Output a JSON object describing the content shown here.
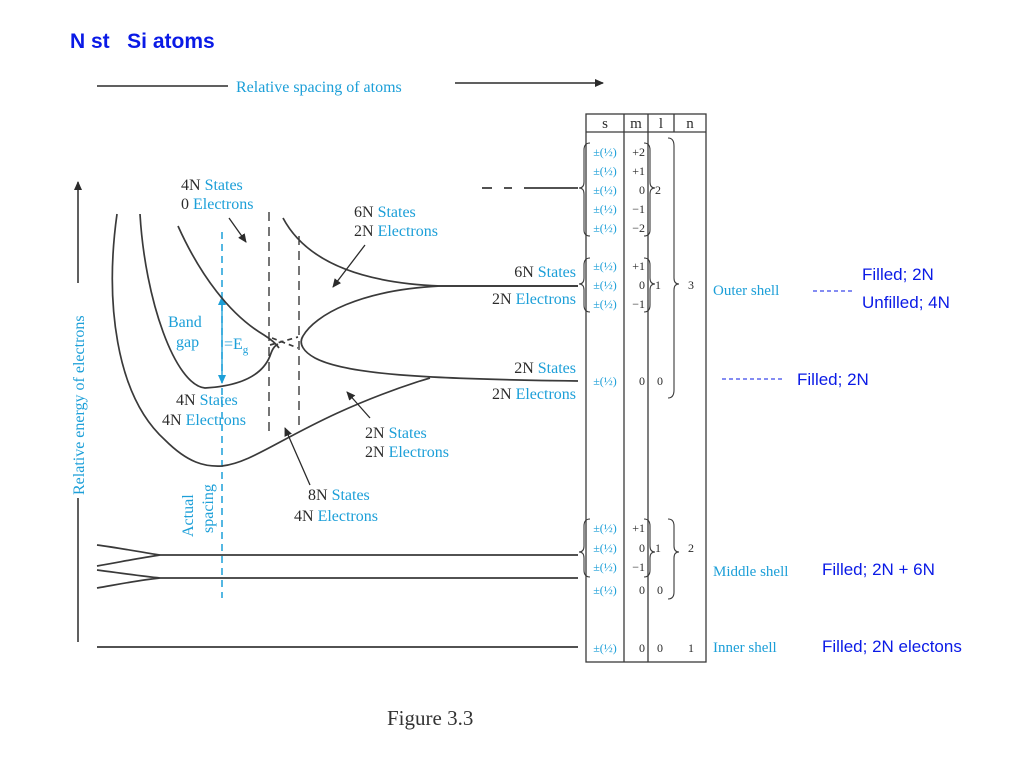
{
  "slide": {
    "title": "N st   Si atoms"
  },
  "diagram": {
    "spacing_axis_label": "Relative spacing of atoms",
    "energy_axis_label": "Relative energy of electrons",
    "band_gap_label": [
      "Band",
      "gap"
    ],
    "eg_label": "=E",
    "eg_sub": "g",
    "actual_spacing_label": [
      "Actual",
      "spacing"
    ],
    "band_labels": [
      {
        "count": "4N",
        "word": "States",
        "count2": "0",
        "word2": "Electrons"
      },
      {
        "count": "6N",
        "word": "States",
        "count2": "2N",
        "word2": "Electrons"
      },
      {
        "count": "6N",
        "word": "States",
        "count2": "2N",
        "word2": "Electrons"
      },
      {
        "count": "2N",
        "word": "States",
        "count2": "2N",
        "word2": "Electrons"
      },
      {
        "count": "4N",
        "word": "States",
        "count2": "4N",
        "word2": "Electrons"
      },
      {
        "count": "2N",
        "word": "States",
        "count2": "2N",
        "word2": "Electrons"
      },
      {
        "count": "8N",
        "word": "States",
        "count2": "4N",
        "word2": "Electrons"
      }
    ],
    "table": {
      "headers": [
        "s",
        "m",
        "l",
        "n"
      ],
      "s_value": "±(½)",
      "m_values_l2": [
        "+2",
        "+1",
        "0",
        "−1",
        "−2"
      ],
      "m_values_l1": [
        "+1",
        "0",
        "−1"
      ],
      "m_zero": "0",
      "l_values": [
        "2",
        "1",
        "0",
        "1",
        "0",
        "0"
      ],
      "n_values": [
        "3",
        "2",
        "1"
      ]
    },
    "shell_labels": {
      "outer": "Outer shell",
      "middle": "Middle shell",
      "inner": "Inner shell"
    },
    "caption": "Figure 3.3"
  },
  "notes": {
    "outer_filled": "Filled; 2N",
    "outer_unfilled": "Unfilled; 4N",
    "s_filled": "Filled; 2N",
    "middle": "Filled; 2N + 6N",
    "inner": "Filled; 2N electons"
  }
}
